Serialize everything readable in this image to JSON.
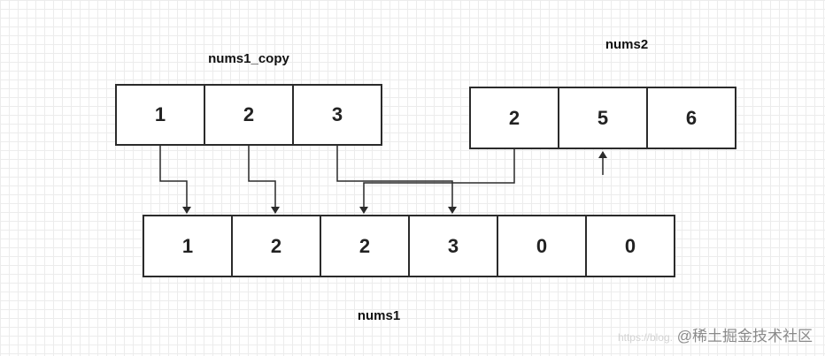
{
  "labels": {
    "nums1_copy": "nums1_copy",
    "nums2": "nums2",
    "nums1": "nums1"
  },
  "arrays": {
    "nums1_copy": [
      "1",
      "2",
      "3"
    ],
    "nums2": [
      "2",
      "5",
      "6"
    ],
    "nums1": [
      "1",
      "2",
      "2",
      "3",
      "0",
      "0"
    ]
  },
  "watermark": {
    "faint_text": "https://blog.",
    "text": "@稀土掘金技术社区"
  },
  "colors": {
    "line": "#2b2b2b",
    "grid": "#ececec",
    "background": "#ffffff"
  }
}
